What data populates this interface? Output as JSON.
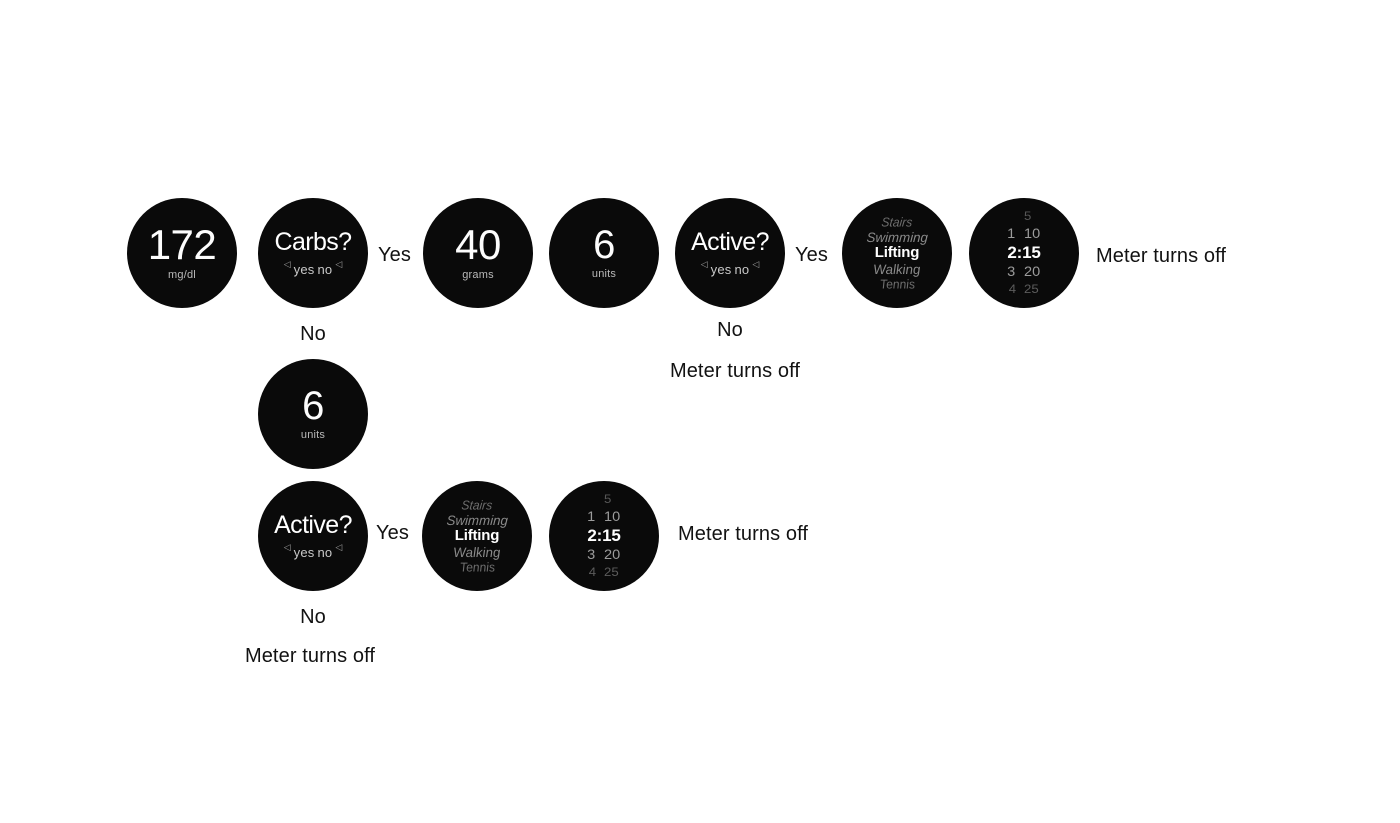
{
  "meta": {
    "background": "#ffffff",
    "screen_background": "#0a0a0a",
    "screen_text": "#ffffff",
    "screen_muted_text": "#b9b9b9",
    "label_text": "#121212"
  },
  "glyphs": {
    "arrow_left": "◁",
    "arrow_right": "◁"
  },
  "screens": {
    "reading": {
      "value": "172",
      "unit": "mg/dl"
    },
    "carbs_prompt": {
      "question": "Carbs?",
      "yes": "yes",
      "no": "no"
    },
    "carbs_amount": {
      "value": "40",
      "unit": "grams"
    },
    "dose_after_carbs": {
      "value": "6",
      "unit": "units"
    },
    "dose_no_carbs": {
      "value": "6",
      "unit": "units"
    },
    "active_prompt_top": {
      "question": "Active?",
      "yes": "yes",
      "no": "no"
    },
    "active_prompt_bottom": {
      "question": "Active?",
      "yes": "yes",
      "no": "no"
    },
    "activity_picker_top": {
      "items": [
        "Stairs",
        "Swimming",
        "Lifting",
        "Walking",
        "Tennis"
      ],
      "selected_index": 2
    },
    "activity_picker_bottom": {
      "items": [
        "Stairs",
        "Swimming",
        "Lifting",
        "Walking",
        "Tennis"
      ],
      "selected_index": 2
    },
    "duration_picker_top": {
      "rows": [
        {
          "hours": "",
          "minutes": "5"
        },
        {
          "hours": "1",
          "minutes": "10"
        },
        {
          "hours": "2",
          "minutes": "15"
        },
        {
          "hours": "3",
          "minutes": "20"
        },
        {
          "hours": "4",
          "minutes": "25"
        }
      ],
      "selected_index": 2,
      "selected_display": "2:15"
    },
    "duration_picker_bottom": {
      "rows": [
        {
          "hours": "",
          "minutes": "5"
        },
        {
          "hours": "1",
          "minutes": "10"
        },
        {
          "hours": "2",
          "minutes": "15"
        },
        {
          "hours": "3",
          "minutes": "20"
        },
        {
          "hours": "4",
          "minutes": "25"
        }
      ],
      "selected_index": 2,
      "selected_display": "2:15"
    }
  },
  "labels": {
    "carbs_yes": "Yes",
    "carbs_no": "No",
    "active_top_yes": "Yes",
    "active_top_no": "No",
    "active_top_no_result": "Meter turns off",
    "active_bottom_yes": "Yes",
    "active_bottom_no": "No",
    "active_bottom_no_result": "Meter turns off",
    "end_top": "Meter turns off",
    "end_bottom": "Meter turns off"
  }
}
